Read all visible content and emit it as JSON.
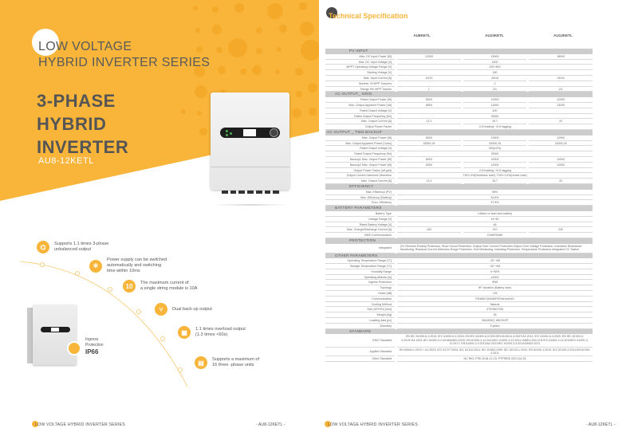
{
  "colors": {
    "accent": "#f8b53a",
    "accent_dark": "#f4a623",
    "text": "#555555",
    "section_bg": "#cdcdcd"
  },
  "left": {
    "series_line1": "LOW VOLTAGE",
    "series_line2": "HYBRID INVERTER SERIES",
    "title_lines": [
      "3-PHASE",
      "HYBRID",
      "INVERTER"
    ],
    "model": "AU8-12KETL",
    "features": [
      {
        "icon": "three-phase-icon",
        "glyph": "⌬",
        "lines": [
          "Supports 1.1 times 3-phase",
          "unbalanced output"
        ]
      },
      {
        "icon": "switch-icon",
        "glyph": "⚛",
        "lines": [
          "Power supply can be switched",
          "automatically and switching",
          "time within 10ms"
        ]
      },
      {
        "icon": "max-current-icon",
        "glyph": "10",
        "lines": [
          "The maximum current of",
          "a single string module is 10A"
        ]
      },
      {
        "icon": "dual-backup-icon",
        "glyph": "⑂",
        "lines": [
          "Dual back up output"
        ]
      },
      {
        "icon": "overload-icon",
        "glyph": "▦",
        "lines": [
          "1.1 times overload output",
          "(1.3 times <60s)"
        ]
      },
      {
        "icon": "parallel-units-icon",
        "glyph": "▤",
        "lines": [
          "Supports a maximum of",
          "16  three -phase units"
        ]
      }
    ],
    "ip": {
      "label_line1": "Ingress",
      "label_line2": "Protection",
      "value": "IP66"
    },
    "footer_left": "LOW VOLTAGE HYBRID INVERTER SERIES",
    "footer_right": "- AU8-12KETL -"
  },
  "right": {
    "title": "Technical Specification",
    "columns": [
      "AU8KETL",
      "AU10KETL",
      "AU12KETL"
    ],
    "sections": [
      {
        "name": "PV INPUT",
        "rows": [
          {
            "label": "Max. DC Input Power  [W]",
            "values": [
              "12000",
              "15000",
              "18000"
            ]
          },
          {
            "label": "Max. DC Input Voltage  [V]",
            "values": [
              "1000"
            ]
          },
          {
            "label": "MPPT Operating Voltage Range  [V]",
            "values": [
              "200~800"
            ]
          },
          {
            "label": "Starting Voltage  [V]",
            "values": [
              "180"
            ]
          },
          {
            "label": "Max. Input Current  [A]",
            "values": [
              "10/10",
              "26/16",
              "26/16"
            ]
          },
          {
            "label": "Number Of MPP Trackers",
            "values": [
              "2"
            ]
          },
          {
            "label": "Strings Per MPP Tracker",
            "values": [
              "1",
              "2/1",
              "2/1"
            ]
          }
        ]
      },
      {
        "name": "AC OUTPUT_ GRID",
        "rows": [
          {
            "label": "Rated Output Power  [W]",
            "values": [
              "8000",
              "10000",
              "12000"
            ]
          },
          {
            "label": "Max. Output Apparent Power  [VA]",
            "values": [
              "8800",
              "11000",
              "13200"
            ]
          },
          {
            "label": "Rated Output Voltage  [V]",
            "values": [
              "400"
            ]
          },
          {
            "label": "Rated Output Frequency  [Hz]",
            "values": [
              "50/60"
            ]
          },
          {
            "label": "Max. Output Current  [A]",
            "values": [
              "13.3",
              "16.7",
              "20"
            ]
          },
          {
            "label": "Output Power Factor",
            "values": [
              "-0.8 leading~+0.8 lagging"
            ]
          }
        ]
      },
      {
        "name": "AC OUTPUT _ TWO BACKUP",
        "rows": [
          {
            "label": "Max. Output Power  [W]",
            "values": [
              "8000",
              "10000",
              "12000"
            ]
          },
          {
            "label": "Max. Output Apparent Power  [V,sec]",
            "values": [
              "16000,18",
              "20000,18",
              "24000,18"
            ]
          },
          {
            "label": "Rated Output Voltage  [V]",
            "values": [
              "400(±2%)"
            ]
          },
          {
            "label": "Rated Output Frequency  [Hz]",
            "values": [
              "50/60"
            ]
          },
          {
            "label": "Backup1 Max. Output Power  [W]",
            "values": [
              "8000",
              "10000",
              "12000"
            ]
          },
          {
            "label": "Backup2 Max. Output Power  [W]",
            "values": [
              "8000",
              "10000",
              "12000"
            ]
          },
          {
            "label": "Output Power Factor (off grid)",
            "values": [
              "-0.8 leading~+0.8 lagging"
            ]
          },
          {
            "label": "Output Current Harmonic Distortion",
            "values": [
              "THD<3%(Nonlinear load); THD<1.5%(Linear load)"
            ]
          },
          {
            "label": "Max. Output Current  [A]",
            "values": [
              "13.3",
              "16.7",
              "20"
            ]
          }
        ]
      },
      {
        "name": "EFFICIENCY",
        "rows": [
          {
            "label": "Max. Efficiency (PV)",
            "values": [
              "98%"
            ]
          },
          {
            "label": "Max. Efficiency (Battery)",
            "values": [
              "94.8%"
            ]
          },
          {
            "label": "Euro. Efficiency",
            "values": [
              "97.8%"
            ]
          }
        ]
      },
      {
        "name": "BATTERY PARAMETERS",
        "rows": [
          {
            "label": "Battery Type",
            "values": [
              "Lithium or lead acid battery"
            ]
          },
          {
            "label": "Voltage Range  [V]",
            "values": [
              "44~60"
            ]
          },
          {
            "label": "Rated Battery Voltage  [V]",
            "values": [
              "48"
            ]
          },
          {
            "label": "Max. Charge/Discharge Current  [A]",
            "values": [
              "160",
              "210",
              "240"
            ]
          },
          {
            "label": "BMS Communication",
            "values": [
              "CAN/RS485"
            ]
          }
        ]
      },
      {
        "name": "PROTECTION",
        "rows": [
          {
            "label": "Integrated",
            "tall": true,
            "left": true,
            "values": [
              "DC Reverse-Polarity Protection, Short Circuit Protection, Output Over Current Protection,Output Over Voltage Protection, Insulation Resistance Monitoring, Residual Current Detection,Surge Protection, Grid Monitoring, Islanding Protection, Temperature Protection,Integrated DC Switch"
            ]
          }
        ]
      },
      {
        "name": "OTHER PARAMETERS",
        "rows": [
          {
            "label": "Operating Temperature Range  [°C]",
            "values": [
              "-25~+60"
            ]
          },
          {
            "label": "Storage Temperature Range  [°C]",
            "values": [
              "-30~+65"
            ]
          },
          {
            "label": "Humidity Range",
            "values": [
              "0~95%"
            ]
          },
          {
            "label": "Operating Altitude  [m]",
            "values": [
              "≤4000"
            ]
          },
          {
            "label": "Ingress Protection",
            "values": [
              "IP65"
            ]
          },
          {
            "label": "Topology",
            "values": [
              "HF Isolation (Battery side)"
            ]
          },
          {
            "label": "Noise  [dB]",
            "values": [
              "<25"
            ]
          },
          {
            "label": "Communication",
            "values": [
              "RS485/CAN/WIFI/Ethernet/4G"
            ]
          },
          {
            "label": "Cooling Method",
            "values": [
              "Natural"
            ]
          },
          {
            "label": "Size (W*H*D)  [mm]",
            "values": [
              "475*560*236"
            ]
          },
          {
            "label": "Weight  [Kg]",
            "values": [
              "28"
            ]
          },
          {
            "label": "Loading data  [pc]",
            "values": [
              "384/40HQ 180/20GP"
            ]
          },
          {
            "label": "Warranty",
            "values": [
              "5 years"
            ]
          }
        ]
      },
      {
        "name": "STANDARD",
        "rows": [
          {
            "label": "EMC Standard",
            "tall": true,
            "values": [
              "EN IEC 61000-6-1:2019; IEC 61000-6-1:2016; EN IEC 61000-6-3:2021/EN 61000-6-3:2007/A1:2011; IEC 61000-6-3:2020; EN IEC 61000-3-2:2019+A1:2021;IEC 61000-3-2:2018/AMD1:2020; EN 61000-3-12:2011/IEC 61000-3-12:2011+AMD1:2021 EN IEC 61000-3-11:2019/IEC 61000-3-11:2017; EN 61000-3-3:2013/A2:2021/IEC 61000-3-3:2013/AMD2:2021"
            ]
          },
          {
            "label": "Applied Standard",
            "tall": true,
            "values": [
              "EN 50549-1:2019 + A1:2023; IEC 61727:2004; IEC 62116:2014; IEC 61683:1999; IEC 62109-1:2010; EN 62109-1:2010; IEC 62109-2:2011;EN 62109-2:2011"
            ]
          },
          {
            "label": "Other Standard",
            "values": [
              "NC RfG; PSE,2018-12-15; PTPIREE,2021-04-26"
            ]
          }
        ]
      }
    ],
    "footer_left": "LOW VOLTAGE HYBRID INVERTER SERIES",
    "footer_right": "- AU8-12KETL -"
  }
}
